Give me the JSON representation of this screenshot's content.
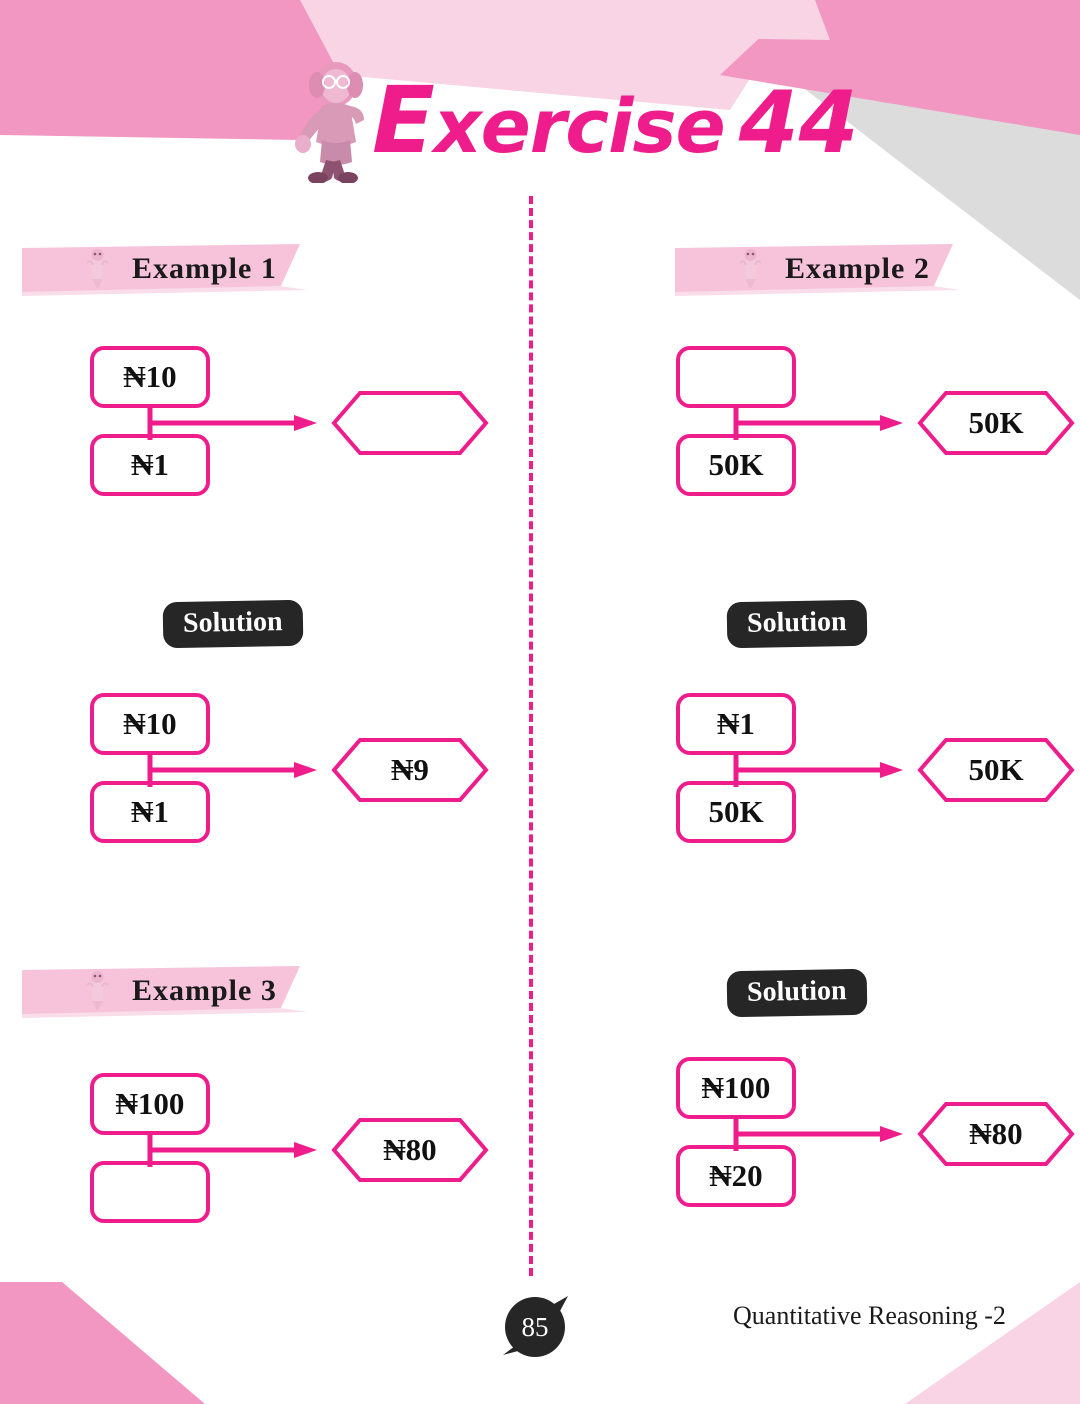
{
  "header": {
    "title_cap": "E",
    "title_rest": "xercise",
    "title_number": "44",
    "mascot_icon": "jumping-girl-mascot",
    "accent_color": "#ef1d8c"
  },
  "colors": {
    "accent_pink": "#ef1d8c",
    "deco_pink": "#f296c2",
    "deco_light_pink": "#f9d4e4",
    "deco_gray": "#dcdcdc",
    "badge_dark": "#262626"
  },
  "divider": {
    "style": "dashed-vertical",
    "color": "#ef1d8c"
  },
  "sections": [
    {
      "id": "example-1",
      "banner_label": "Example  1",
      "banner_icon": "pencil-character-icon",
      "diagram": {
        "top_box": "₦10",
        "bottom_box": "₦1",
        "result_hex": ""
      }
    },
    {
      "id": "example-2",
      "banner_label": "Example  2",
      "banner_icon": "pencil-character-icon",
      "diagram": {
        "top_box": "",
        "bottom_box": "50K",
        "result_hex": "50K"
      }
    },
    {
      "id": "solution-1",
      "badge_label": "Solution",
      "diagram": {
        "top_box": "₦10",
        "bottom_box": "₦1",
        "result_hex": "₦9"
      }
    },
    {
      "id": "solution-2",
      "badge_label": "Solution",
      "diagram": {
        "top_box": "₦1",
        "bottom_box": "50K",
        "result_hex": "50K"
      }
    },
    {
      "id": "example-3",
      "banner_label": "Example  3",
      "banner_icon": "pencil-character-icon",
      "diagram": {
        "top_box": "₦100",
        "bottom_box": "",
        "result_hex": "₦80"
      }
    },
    {
      "id": "solution-3",
      "badge_label": "Solution",
      "diagram": {
        "top_box": "₦100",
        "bottom_box": "₦20",
        "result_hex": "₦80"
      }
    }
  ],
  "footer": {
    "page_number": "85",
    "book_title": "Quantitative Reasoning -2"
  }
}
